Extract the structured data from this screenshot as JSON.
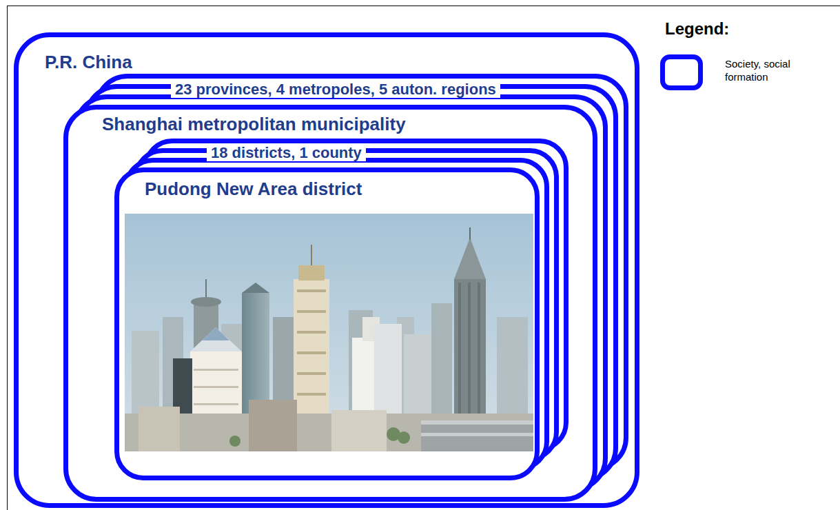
{
  "diagram": {
    "nodes": [
      {
        "text": [
          "P.R. China"
        ]
      },
      {
        "text": [
          "23 provinces, 4 metropoles, 5 auton. regions"
        ],
        "in": 0
      },
      {
        "text": [
          "Shanghai metropolitan municipality"
        ],
        "in": 0
      },
      {
        "text": [
          "18 districts, 1 county"
        ],
        "in": 2
      },
      {
        "text": [
          "Pudong New Area district"
        ],
        "in": 2
      }
    ],
    "labels": [
      "Legend:"
    ],
    "legend": [
      {
        "text": "Society, social formation"
      }
    ]
  }
}
